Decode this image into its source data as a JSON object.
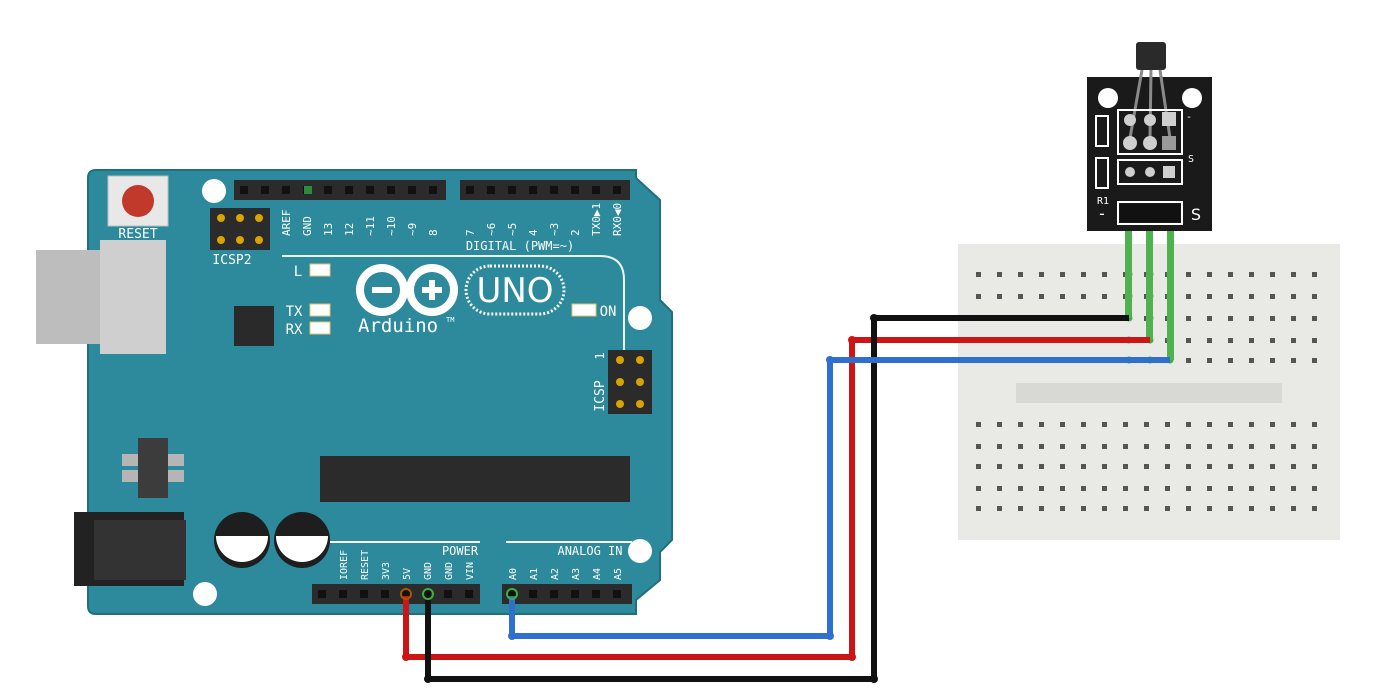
{
  "colors": {
    "board": "#2c8a9c",
    "board_edge": "#1f6f7e",
    "silk": "#ffffff",
    "header": "#2b2b2b",
    "breadboard": "#e9e9e6",
    "wire_red": "#cc1515",
    "wire_black": "#111111",
    "wire_blue": "#2f6fce",
    "lead_green": "#4fb24f",
    "sensor_pcb": "#1a1a1a",
    "reset_button": "#c0392b"
  },
  "board": {
    "reset_label": "RESET",
    "icsp2_label": "ICSP2",
    "icsp_label": "ICSP",
    "icsp_pin1": "1",
    "led_l": "L",
    "led_tx": "TX",
    "led_rx": "RX",
    "led_on": "ON",
    "logo_symbol": "−○+",
    "uno": "UNO",
    "brand": "Arduino",
    "tm": "TM",
    "digital_label": "DIGITAL (PWM=~)",
    "power_label": "POWER",
    "analog_label": "ANALOG IN",
    "digital_pins_left": [
      "AREF",
      "GND",
      "13",
      "12",
      "~11",
      "~10",
      "~9",
      "8"
    ],
    "digital_pins_right": [
      "7",
      "~6",
      "~5",
      "4",
      "~3",
      "2",
      "TX0▶1",
      "RX0◀0"
    ],
    "power_pins": [
      "IOREF",
      "RESET",
      "3V3",
      "5V",
      "GND",
      "GND",
      "VIN"
    ],
    "analog_pins": [
      "A0",
      "A1",
      "A2",
      "A3",
      "A4",
      "A5"
    ]
  },
  "sensor": {
    "minus_label": "-",
    "s_label": "S",
    "r1_label": "R1",
    "side_minus": "-",
    "side_s": "S"
  },
  "wires": [
    {
      "name": "5V",
      "from": "5V",
      "to": "breadboard middle pin",
      "color": "red"
    },
    {
      "name": "GND",
      "from": "GND",
      "to": "breadboard - pin",
      "color": "black"
    },
    {
      "name": "signal",
      "from": "A0",
      "to": "breadboard S pin",
      "color": "blue"
    }
  ]
}
